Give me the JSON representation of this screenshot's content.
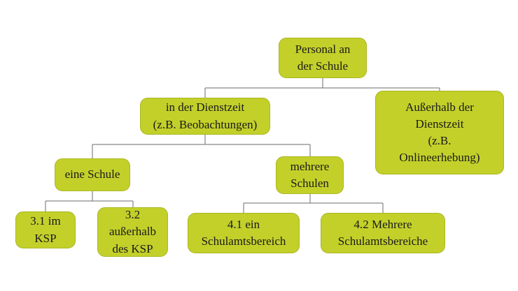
{
  "diagram": {
    "type": "flowchart",
    "background_color": "#ffffff",
    "node_fill_color": "#c3d02a",
    "node_border_color": "#aab622",
    "connector_color": "#6b6b6b",
    "text_color": "#1a1a1a",
    "nodes": {
      "personal": {
        "label": "Personal an\nder Schule"
      },
      "dienstzeit": {
        "label": "in der Dienstzeit\n(z.B. Beobachtungen)"
      },
      "ausserhalb_dienstzeit": {
        "label": "Außerhalb der\nDienstzeit\n(z.B.\nOnlineerhebung)"
      },
      "eine_schule": {
        "label": "eine Schule"
      },
      "mehrere_schulen": {
        "label": "mehrere\nSchulen"
      },
      "im_ksp": {
        "label": "3.1 im\nKSP"
      },
      "ausserhalb_ksp": {
        "label": "3.2\naußerhalb\ndes KSP"
      },
      "ein_schulamtsbereich": {
        "label": "4.1 ein\nSchulamtsbereich"
      },
      "mehrere_schulamtsbereiche": {
        "label": "4.2 Mehrere\nSchulamtsbereiche"
      }
    },
    "edges": [
      {
        "from": "personal",
        "to": "dienstzeit"
      },
      {
        "from": "personal",
        "to": "ausserhalb_dienstzeit"
      },
      {
        "from": "dienstzeit",
        "to": "eine_schule"
      },
      {
        "from": "dienstzeit",
        "to": "mehrere_schulen"
      },
      {
        "from": "eine_schule",
        "to": "im_ksp"
      },
      {
        "from": "eine_schule",
        "to": "ausserhalb_ksp"
      },
      {
        "from": "mehrere_schulen",
        "to": "ein_schulamtsbereich"
      },
      {
        "from": "mehrere_schulen",
        "to": "mehrere_schulamtsbereiche"
      }
    ]
  }
}
